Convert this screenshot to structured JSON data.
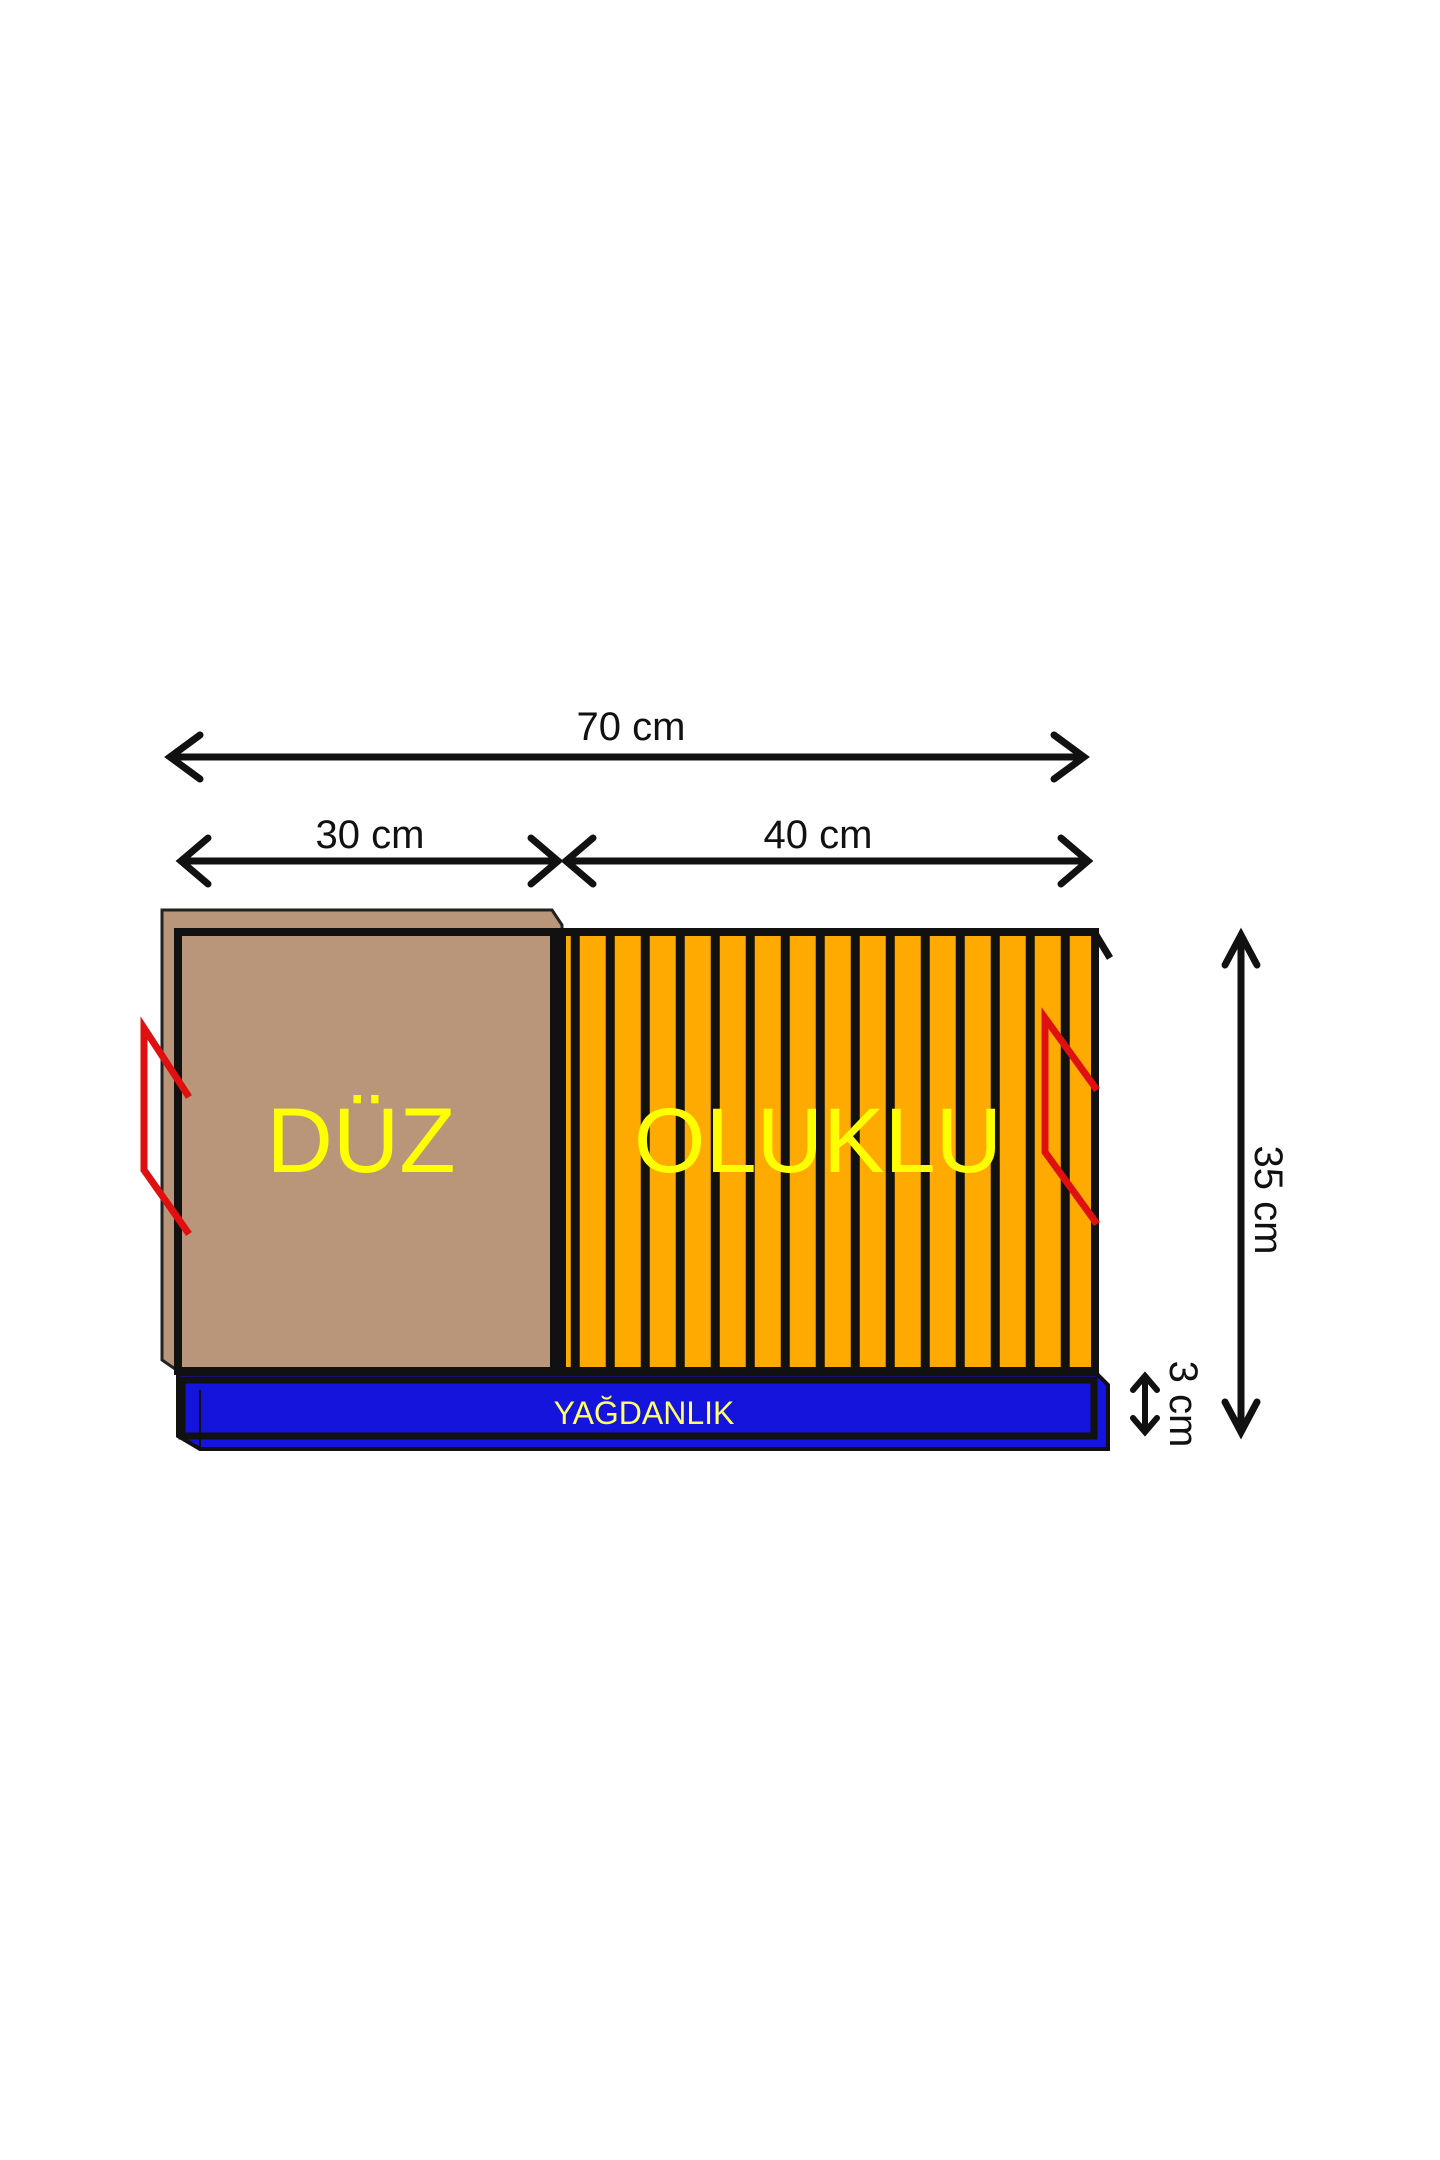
{
  "dimensions": {
    "total_width": "70 cm",
    "flat_width": "30 cm",
    "grooved_width": "40 cm",
    "height": "35 cm",
    "drip_tray_height": "3 cm"
  },
  "sections": {
    "flat_label": "DÜZ",
    "grooved_label": "OLUKLU",
    "drip_tray_label": "YAĞDANLIK"
  },
  "colors": {
    "flat": "#b9967a",
    "grooved": "#ffaa00",
    "drip_tray": "#1414dc",
    "handles": "#e01010",
    "labels": "#ffff00"
  },
  "groove_count": 15
}
